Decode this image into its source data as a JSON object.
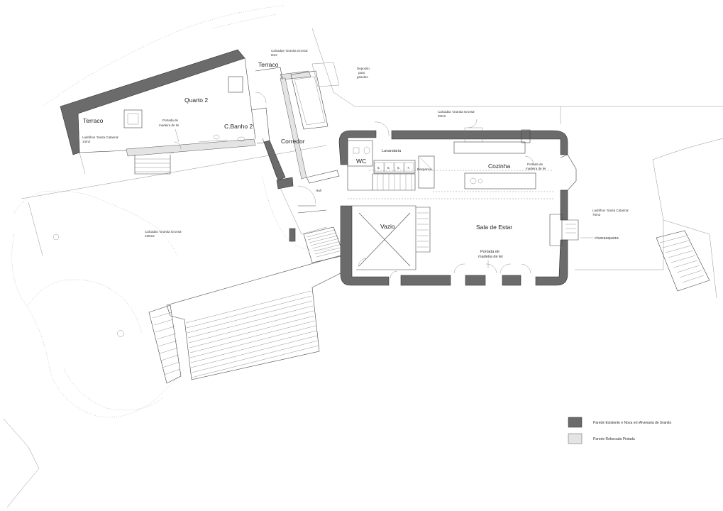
{
  "rooms": {
    "terraco_left": "Terraco",
    "quarto2": "Quarto 2",
    "terraco_top": "Terraco",
    "c_banho2": "C.Banho 2",
    "corredor": "Corredor",
    "wc": "WC",
    "lavandaria": "Lavandaria",
    "despensa": "Despensa",
    "cozinha": "Cozinha",
    "hall": "Hall",
    "vazio": "Vazio",
    "sala_de_estar": "Sala de Estar",
    "churrasqueira": "churrasqueira"
  },
  "notes": {
    "portada_quarto": [
      "Portada de",
      "madeira de lei"
    ],
    "portada_cozinha": [
      "Portada de",
      "madeira de lei"
    ],
    "portada_sala": [
      "Portada de",
      "madeira de lei"
    ],
    "ladrilhos_left": [
      "Ladrilhos 'Santa Catarina'",
      "14m2"
    ],
    "ladrilhos_right": [
      "Ladrilhos 'Santa Catarina'",
      "75m2"
    ],
    "calcadas_top": [
      "Calcadas 'Granita Grossa'",
      "8m2"
    ],
    "calcadas_mid": [
      "Calcadas 'Granita Grossa'",
      "30m2"
    ],
    "calcadas_garden": [
      "Calcadas 'Granita Grossa'",
      "190m2"
    ],
    "deposito": [
      "Deposito",
      "para",
      "gasoleo"
    ]
  },
  "appliances": [
    "5.",
    "6.",
    "6.",
    "7."
  ],
  "legend": {
    "existing_wall": "Parede Existente e Nova em Alvenaria de Granito",
    "painted_wall": "Parede Rebocada Pintada"
  },
  "colors": {
    "existing_wall": "#6b6b6b",
    "painted_wall": "#e4e4e4"
  }
}
